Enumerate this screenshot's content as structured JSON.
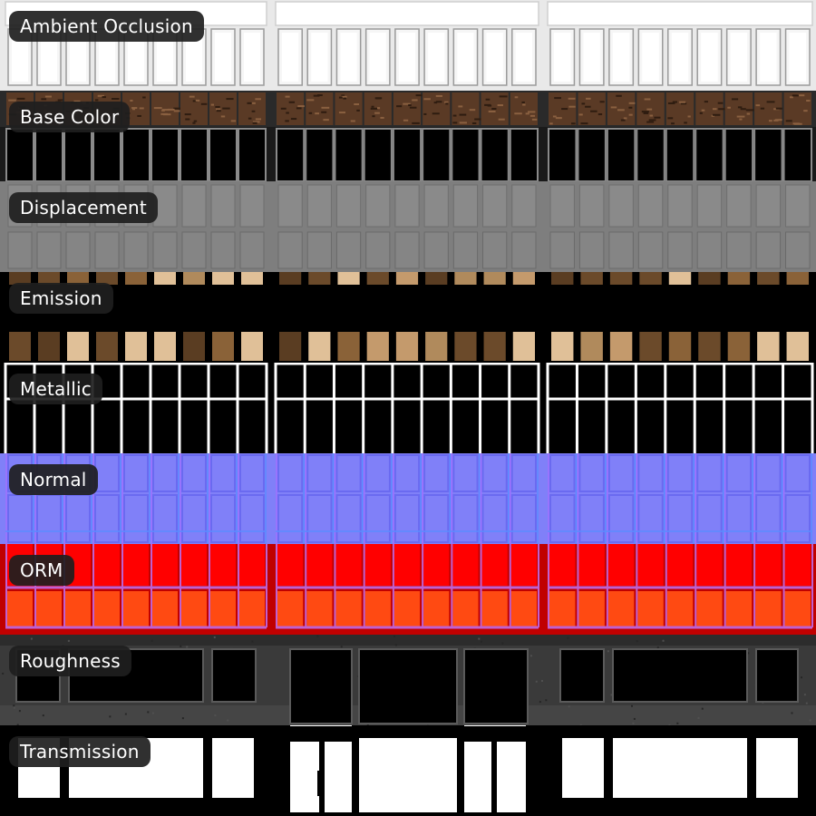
{
  "maps": [
    {
      "key": "ao",
      "label": "Ambient Occlusion"
    },
    {
      "key": "basecolor",
      "label": "Base Color"
    },
    {
      "key": "displacement",
      "label": "Displacement"
    },
    {
      "key": "emission",
      "label": "Emission"
    },
    {
      "key": "metallic",
      "label": "Metallic"
    },
    {
      "key": "normal",
      "label": "Normal"
    },
    {
      "key": "orm",
      "label": "ORM"
    },
    {
      "key": "roughness",
      "label": "Roughness"
    },
    {
      "key": "transmission",
      "label": "Transmission"
    }
  ],
  "colors": {
    "background": "#000000",
    "label_background": "#1e1e1e",
    "label_text": "#ffffff",
    "ao_glass": "#f6f6f6",
    "ao_frame": "#cfcfcf",
    "base_wood": "#5a3a25",
    "base_frame": "#8a8a8a",
    "displacement_gray": "#7e7e7e",
    "emission_warm": "#c49a6c",
    "metallic_frame": "#ffffff",
    "normal_blue": "#8080f8",
    "orm_red": "#ff0000",
    "orm_orange": "#ff4a12",
    "orm_mullion": "#c060d0",
    "roughness_concrete": "#3a3a3a",
    "transmission_glass": "#ffffff"
  }
}
